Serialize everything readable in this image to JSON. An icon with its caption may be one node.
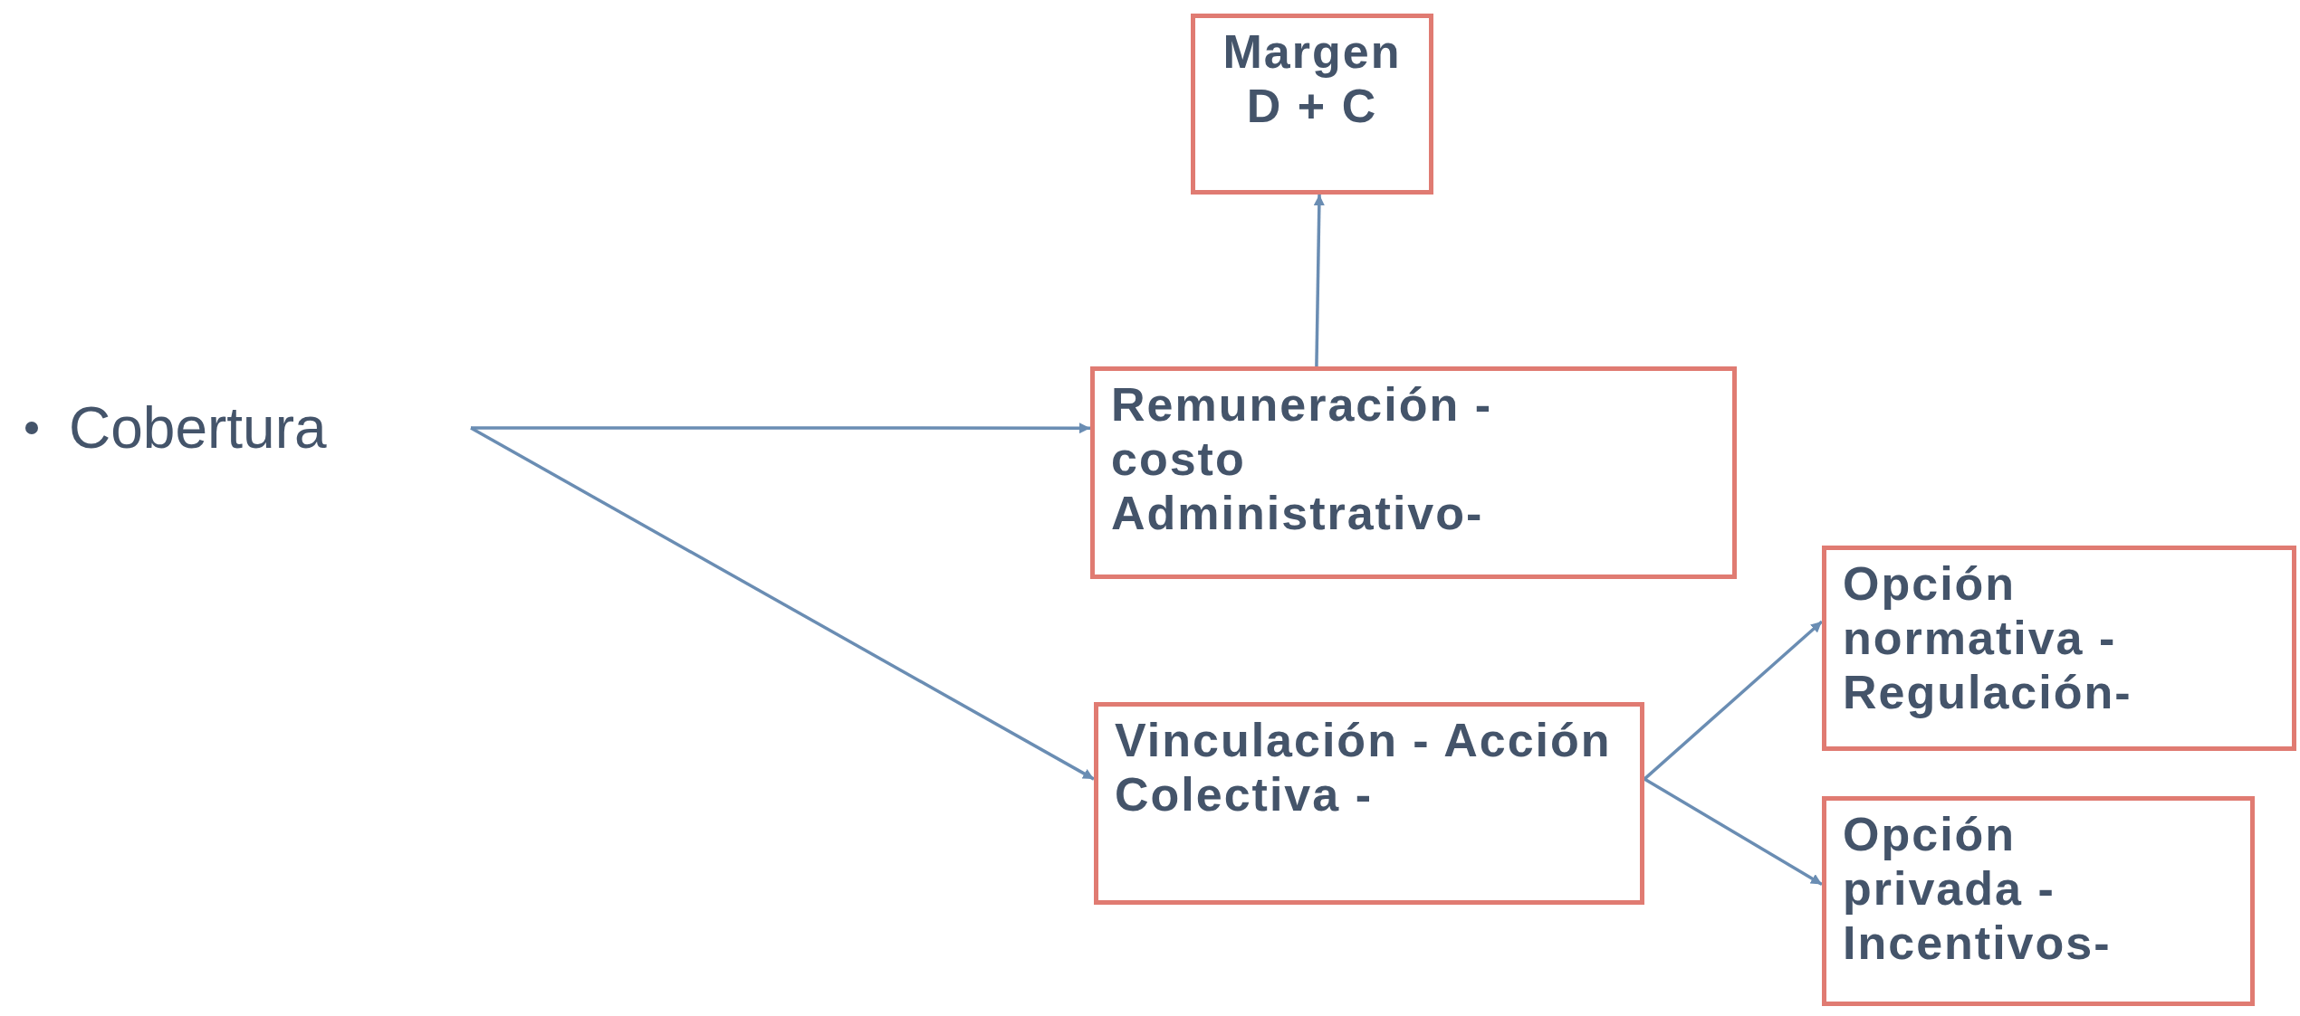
{
  "diagram": {
    "nodes": [
      {
        "text": [
          "Margen D + C"
        ]
      },
      {
        "text": [
          "Cobertura"
        ]
      },
      {
        "text": [
          "Remuneración -costo Administrativo-"
        ]
      },
      {
        "text": [
          "Opción normativa - Regulación-"
        ]
      },
      {
        "text": [
          "Vinculación - Acción Colectiva -"
        ]
      },
      {
        "text": [
          "Opción privada - Incentivos-"
        ]
      }
    ],
    "edges": [
      {
        "from": 1,
        "to": 2,
        "arrow": "to"
      },
      {
        "from": 1,
        "to": 4,
        "arrow": "to"
      },
      {
        "from": 2,
        "to": 0,
        "arrow": "to"
      },
      {
        "from": 4,
        "to": 3,
        "arrow": "to"
      },
      {
        "from": 4,
        "to": 5,
        "arrow": "to"
      }
    ]
  }
}
